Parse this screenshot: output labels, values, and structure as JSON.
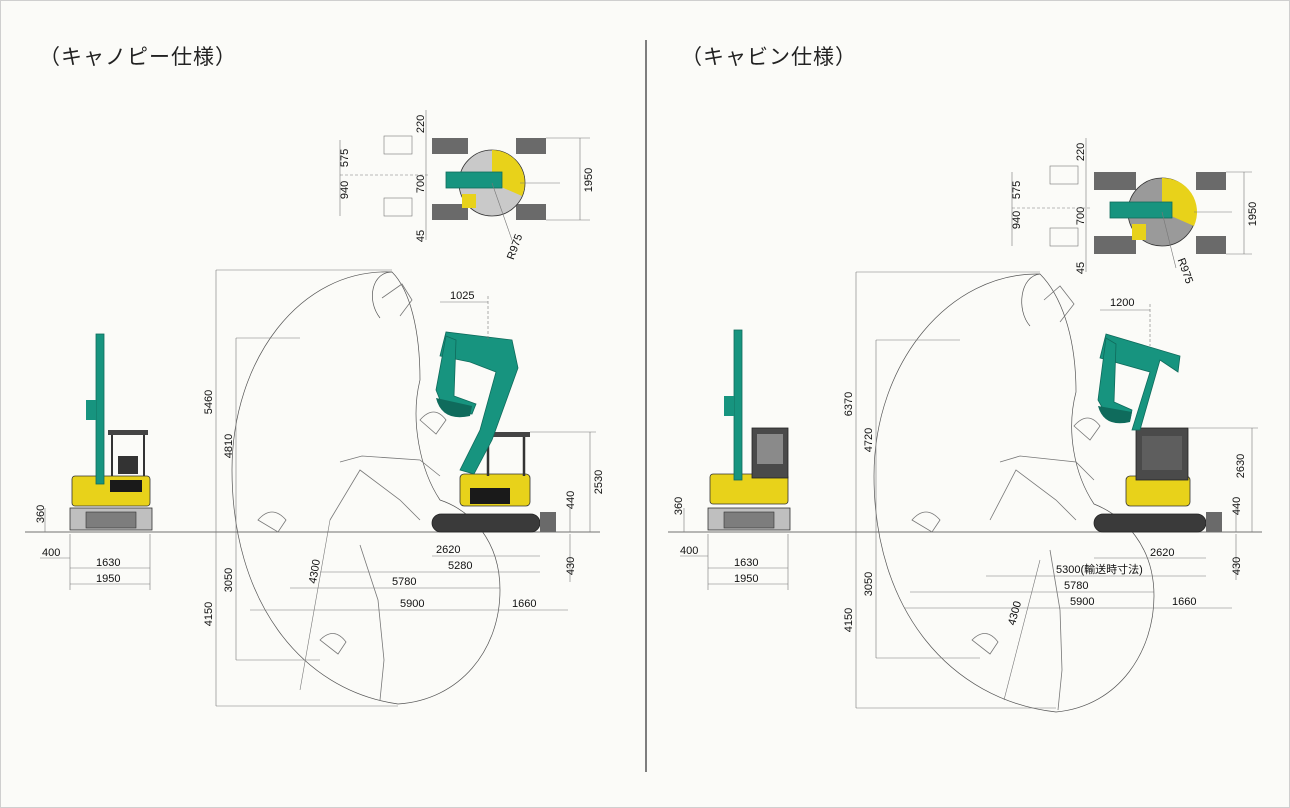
{
  "panels": {
    "canopy": {
      "title": "（キャノピー仕様）",
      "top_dims": {
        "d220": "220",
        "d575": "575",
        "d940": "940",
        "d700": "700",
        "d45": "45",
        "d1950": "1950",
        "r975": "R975"
      },
      "front_dims": {
        "d360": "360",
        "d400": "400",
        "d1630": "1630",
        "d1950": "1950"
      },
      "side_dims": {
        "d1025": "1025",
        "d5460": "5460",
        "d4810": "4810",
        "d2530": "2530",
        "d440": "440",
        "d2620": "2620",
        "d4300": "4300",
        "d5280": "5280",
        "d430": "430",
        "d5780": "5780",
        "d3050": "3050",
        "d4150": "4150",
        "d5900": "5900",
        "d1660": "1660"
      }
    },
    "cabin": {
      "title": "（キャビン仕様）",
      "top_dims": {
        "d220": "220",
        "d575": "575",
        "d940": "940",
        "d700": "700",
        "d45": "45",
        "d1950": "1950",
        "r975": "R975"
      },
      "front_dims": {
        "d360": "360",
        "d400": "400",
        "d1630": "1630",
        "d1950": "1950"
      },
      "side_dims": {
        "d1200": "1200",
        "d6370": "6370",
        "d4720": "4720",
        "d2630": "2630",
        "d440": "440",
        "d2620": "2620",
        "d4300": "4300",
        "d5300": "5300(輸送時寸法)",
        "d430": "430",
        "d5780": "5780",
        "d3050": "3050",
        "d4150": "4150",
        "d5900": "5900",
        "d1660": "1660"
      }
    }
  },
  "colors": {
    "machine": "#17947f",
    "machine_dark": "#0f6b5c",
    "yellow": "#e8d21a",
    "track": "#3a3a3a",
    "blade": "#6a6a6a",
    "cabin": "#4a4a4a"
  }
}
